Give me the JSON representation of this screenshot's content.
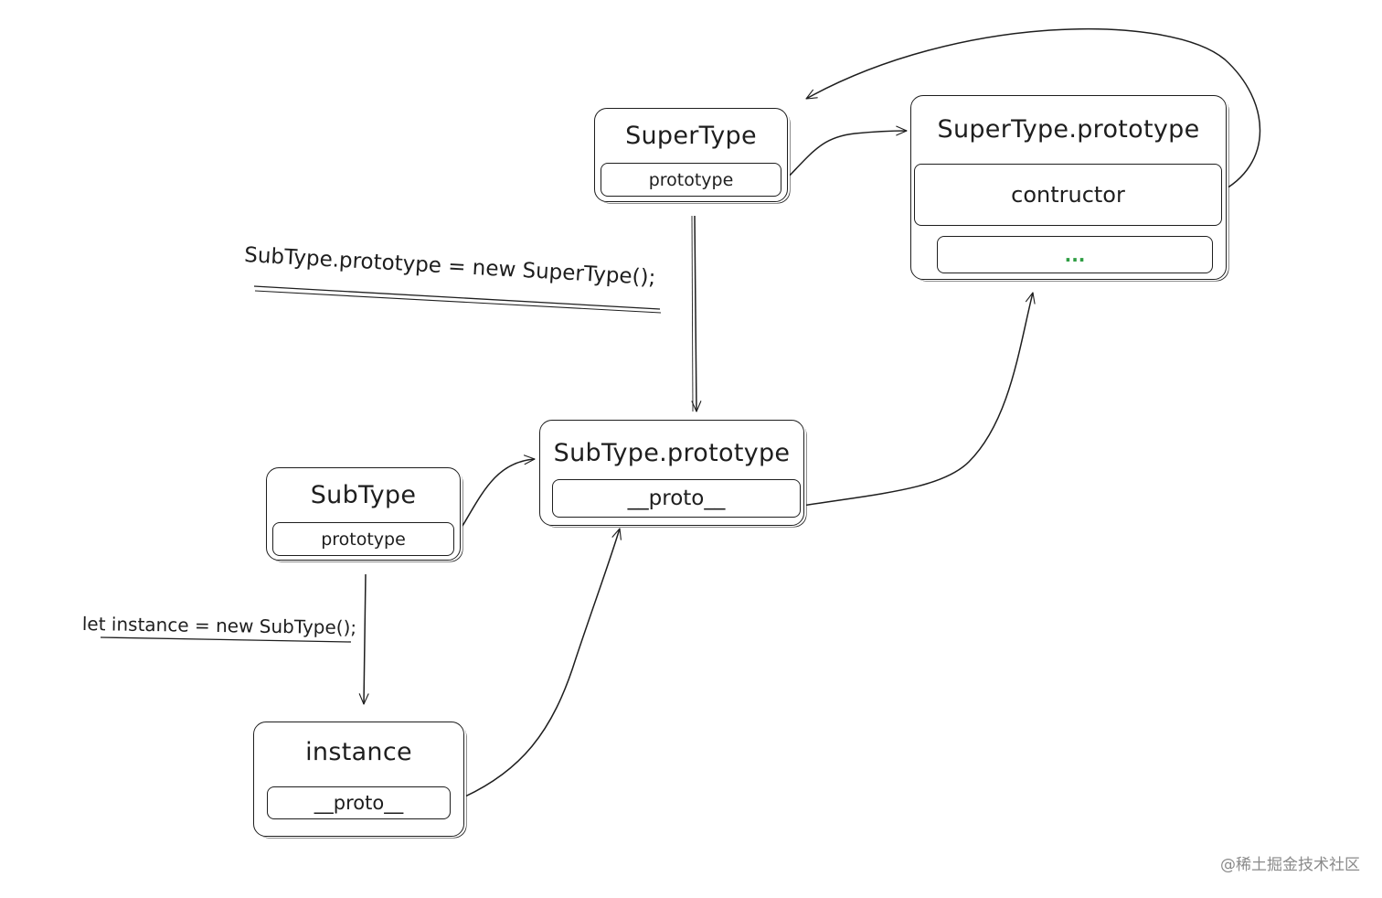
{
  "nodes": {
    "supertype": {
      "title": "SuperType",
      "slot": "prototype"
    },
    "supertype_prototype": {
      "title": "SuperType.prototype",
      "slot_constructor": "contructor",
      "slot_more": "..."
    },
    "subtype_prototype": {
      "title": "SubType.prototype",
      "slot": "__proto__"
    },
    "subtype": {
      "title": "SubType",
      "slot": "prototype"
    },
    "instance": {
      "title": "instance",
      "slot": "__proto__"
    }
  },
  "annotations": {
    "inherit_statement": "SubType.prototype = new SuperType();",
    "instance_statement": "let instance = new SubType();"
  },
  "colors": {
    "stroke": "#1e1e1e",
    "ellipsis": "#2f9e44",
    "watermark": "#8a8a8a"
  },
  "watermark": "@稀土掘金技术社区"
}
